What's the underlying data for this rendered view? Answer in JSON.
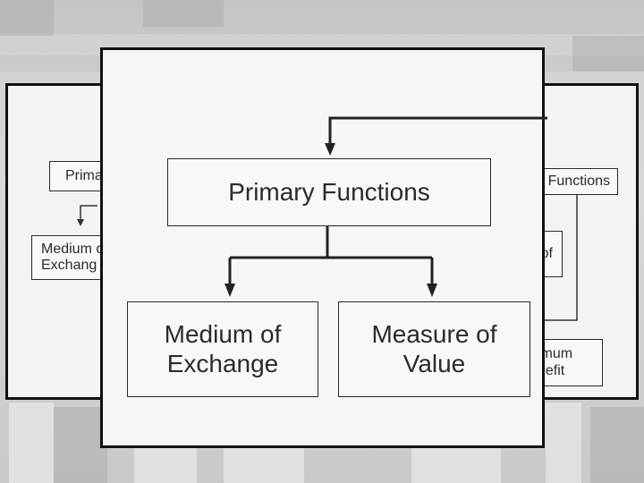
{
  "front": {
    "title_box": "Primary Functions",
    "child_left_line1": "Medium of",
    "child_left_line2": "Exchange",
    "child_right_line1": "Measure of",
    "child_right_line2": "Value"
  },
  "back_left": {
    "title_fragment": "Prima",
    "child_line1": "Medium o",
    "child_line2": "Exchang"
  },
  "back_right": {
    "title_fragment": "Functions",
    "child_fragment": "of",
    "lower_line1": "imum",
    "lower_line2": "nefit"
  },
  "colors": {
    "ink": "#2b2b2b",
    "border": "#111111",
    "paper": "#f6f6f6"
  }
}
